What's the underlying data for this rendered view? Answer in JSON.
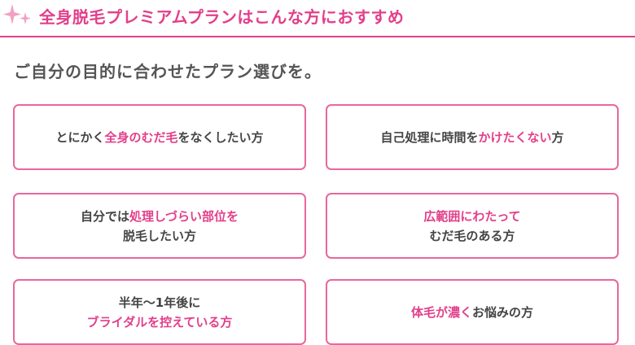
{
  "header": {
    "title": "全身脱毛プレミアムプランはこんな方におすすめ",
    "icon": "sparkle-icon",
    "accent_color": "#e23f8a"
  },
  "subtitle": "ご自分の目的に合わせたプラン選びを。",
  "cards": [
    {
      "line1": {
        "a": "とにかく",
        "b": "全身のむだ毛",
        "c": "をなくしたい方"
      }
    },
    {
      "line1": {
        "a": "自己処理に時間を",
        "b": "かけたくない",
        "c": "方"
      }
    },
    {
      "line1": {
        "a": "自分では",
        "b": "処理しづらい部位を"
      },
      "line2": {
        "a": "脱毛したい方"
      }
    },
    {
      "line1": {
        "b": "広範囲にわたって"
      },
      "line2": {
        "a": "むだ毛のある方"
      }
    },
    {
      "line1": {
        "a": "半年〜1年後に"
      },
      "line2": {
        "b": "ブライダルを控えている方"
      }
    },
    {
      "line1": {
        "b": "体毛が濃く",
        "c": "お悩みの方"
      }
    }
  ]
}
